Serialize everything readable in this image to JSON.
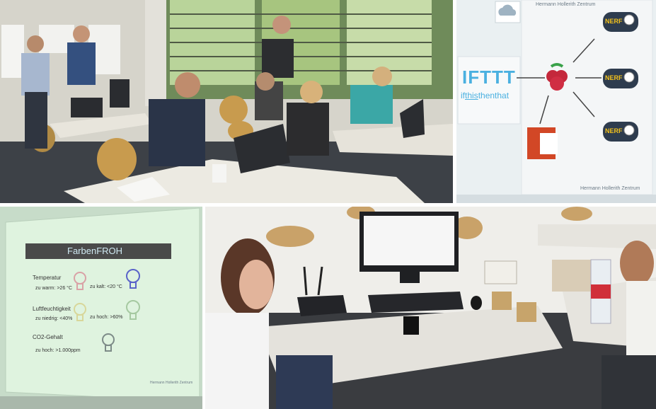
{
  "photo_top_left": {
    "description_colors": {
      "wall": "#d9d8cf",
      "floor": "#3a3f45",
      "table": "#e7e4da",
      "window_light": "#a8c98a"
    }
  },
  "photo_top_right": {
    "header_text": "Hermann Hollerith Zentrum",
    "footer_text": "Hermann Hollerith Zentrum",
    "ifttt_logo": "IFTTT",
    "ifttt_tagline_parts": [
      "if",
      "this",
      "then",
      "that"
    ],
    "dash_button_label": "NERF",
    "dash_button_count": 3
  },
  "photo_bottom_left": {
    "slide_title": "FarbenFROH",
    "rows": [
      {
        "heading": "Temperatur",
        "left": "zu warm: >26 °C",
        "right": "zu kalt: <20 °C"
      },
      {
        "heading": "Luftfeuchtigkeit",
        "left": "zu niedrig: <40%",
        "right": "zu hoch: >60%"
      },
      {
        "heading": "CO2-Gehalt",
        "left": "zu hoch: >1.000ppm",
        "right": ""
      }
    ],
    "footer_text": "Hermann Hollerith Zentrum",
    "colors": {
      "slide_bg": "#d8efd8",
      "title_bar": "#4a4a4a"
    }
  },
  "photo_bottom_right": {
    "colors": {
      "monitor_screen": "#f6f6f6",
      "table": "#e4e2dc",
      "wall": "#f0efec"
    }
  }
}
